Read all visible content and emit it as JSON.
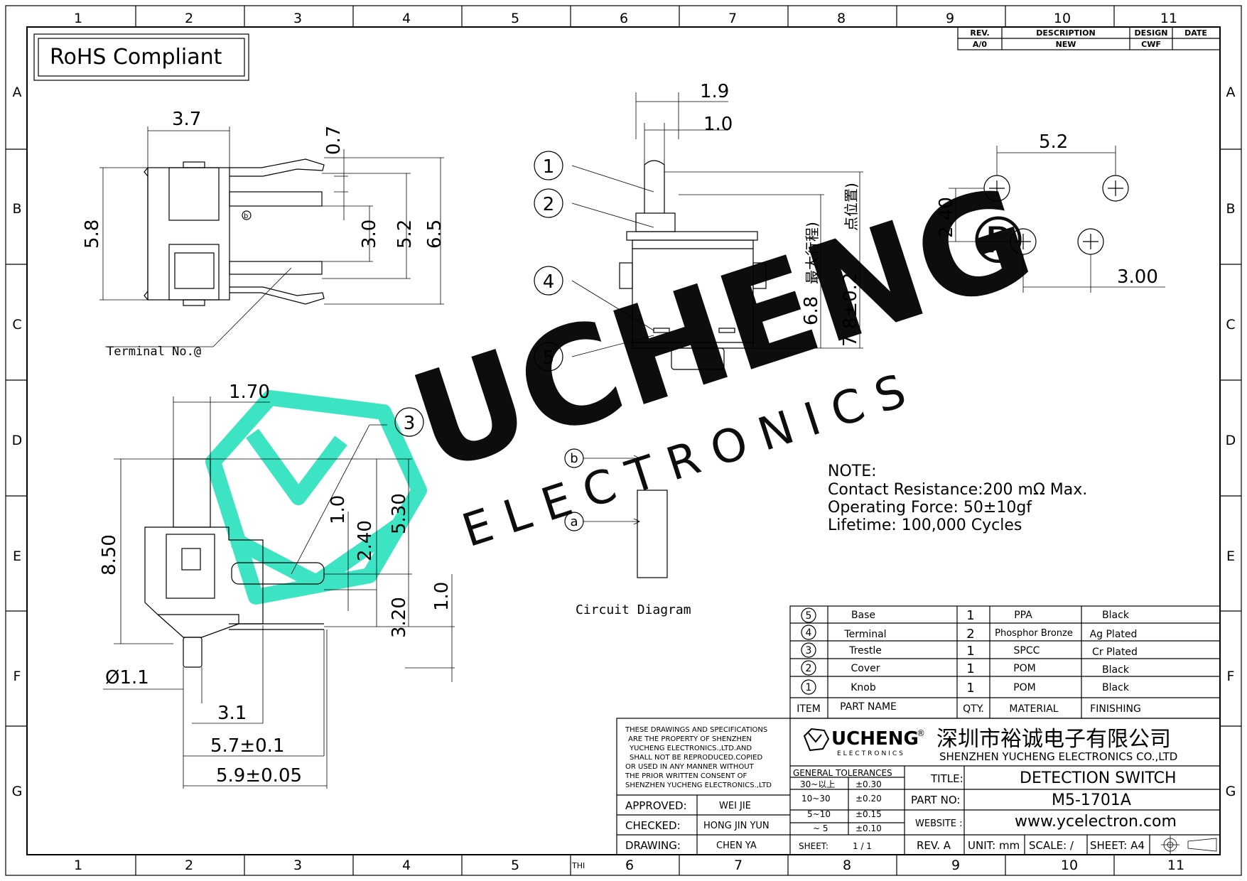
{
  "frame": {
    "columns": [
      "1",
      "2",
      "3",
      "4",
      "5",
      "6",
      "7",
      "8",
      "9",
      "10",
      "11"
    ],
    "rows": [
      "A",
      "B",
      "C",
      "D",
      "E",
      "F",
      "G"
    ],
    "bottom_marker": "THI"
  },
  "rohs_label": "RoHS Compliant",
  "revision_block": {
    "headers": [
      "REV.",
      "DESCRIPTION",
      "DESIGN",
      "DATE"
    ],
    "row": [
      "A/0",
      "NEW",
      "CWF",
      ""
    ]
  },
  "top_left_view": {
    "dims": [
      "3.7",
      "0.7",
      "5.8",
      "3.0",
      "5.2",
      "6.5"
    ],
    "terminal_marker": "b",
    "terminal_label": "Terminal  No.@"
  },
  "side_view": {
    "dims": [
      "1.9",
      "1.0",
      "7.8±0.2",
      "6.8"
    ],
    "vertical_notes": [
      "最大行程)",
      "点位置)"
    ],
    "callouts": [
      "1",
      "2",
      "4",
      "5"
    ]
  },
  "pcb_layout": {
    "dims": [
      "5.2",
      "2.40",
      "3.00"
    ]
  },
  "front_view": {
    "dims": [
      "1.70",
      "8.50",
      "1.0",
      "2.40",
      "5.30",
      "3.20",
      "1.0",
      "Ø1.1",
      "3.1",
      "5.7±0.1",
      "5.9±0.05"
    ],
    "callout": "3"
  },
  "circuit": {
    "labels": [
      "b",
      "a"
    ],
    "caption": "Circuit  Diagram"
  },
  "note": {
    "title": "NOTE:",
    "lines": [
      "Contact  Resistance:200  mΩ  Max.",
      "Operating  Force:  50±10gf",
      "Lifetime:  100,000  Cycles"
    ]
  },
  "watermark": {
    "brand": "UCHENG",
    "sub": "E L E C T R O N I C S",
    "reg": "®",
    "color": "#33e3c1"
  },
  "bom": {
    "rows": [
      {
        "item": "5",
        "name": "Base",
        "qty": "1",
        "material": "PPA",
        "finish": "Black"
      },
      {
        "item": "4",
        "name": "Terminal",
        "qty": "2",
        "material": "Phosphor  Bronze",
        "finish": "Ag  Plated"
      },
      {
        "item": "3",
        "name": "Trestle",
        "qty": "1",
        "material": "SPCC",
        "finish": "Cr  Plated"
      },
      {
        "item": "2",
        "name": "Cover",
        "qty": "1",
        "material": "POM",
        "finish": "Black"
      },
      {
        "item": "1",
        "name": "Knob",
        "qty": "1",
        "material": "POM",
        "finish": "Black"
      }
    ],
    "header": {
      "item": "ITEM",
      "name": "PART  NAME",
      "qty": "QTY.",
      "material": "MATERIAL",
      "finish": "FINISHING"
    }
  },
  "title_block": {
    "notice": [
      "THESE DRAWINGS AND SPECIFICATIONS",
      "ARE THE PROPERTY OF SHENZHEN",
      "YUCHENG ELECTRONICS.,LTD.AND",
      "SHALL NOT BE REPRODUCED.COPIED",
      "OR USED IN ANY MANNER WITHOUT",
      "THE PRIOR WRITTEN CONSENT OF",
      "SHENZHEN YUCHENG ELECTRONICS.,LTD"
    ],
    "logo_brand": "UCHENG",
    "logo_sub": "ELECTRONICS",
    "company_cn": "深圳市裕诚电子有限公司",
    "company_en": "SHENZHEN YUCHENG ELECTRONICS CO.,LTD",
    "approved_label": "APPROVED:",
    "approved": "WEI JIE",
    "checked_label": "CHECKED:",
    "checked": "HONG JIN YUN",
    "drawing_label": "DRAWING:",
    "drawing": "CHEN YA",
    "tol_title": "GENERAL TOLERANCES",
    "tolerances": [
      [
        "30~以上",
        "±0.30"
      ],
      [
        "10~30",
        "±0.20"
      ],
      [
        "5~10",
        "±0.15"
      ],
      [
        "~ 5",
        "±0.10"
      ]
    ],
    "sheet_label": "SHEET:",
    "sheet": "1 / 1",
    "title_label": "TITLE:",
    "title": "DETECTION SWITCH",
    "part_label": "PART NO:",
    "part_no": "M5-1701A",
    "website_label": "WEBSITE :",
    "website": "www.ycelectron.com",
    "rev": "REV. A",
    "unit": "UNIT: mm",
    "scale": "SCALE: /",
    "sheet_size": "SHEET: A4"
  }
}
